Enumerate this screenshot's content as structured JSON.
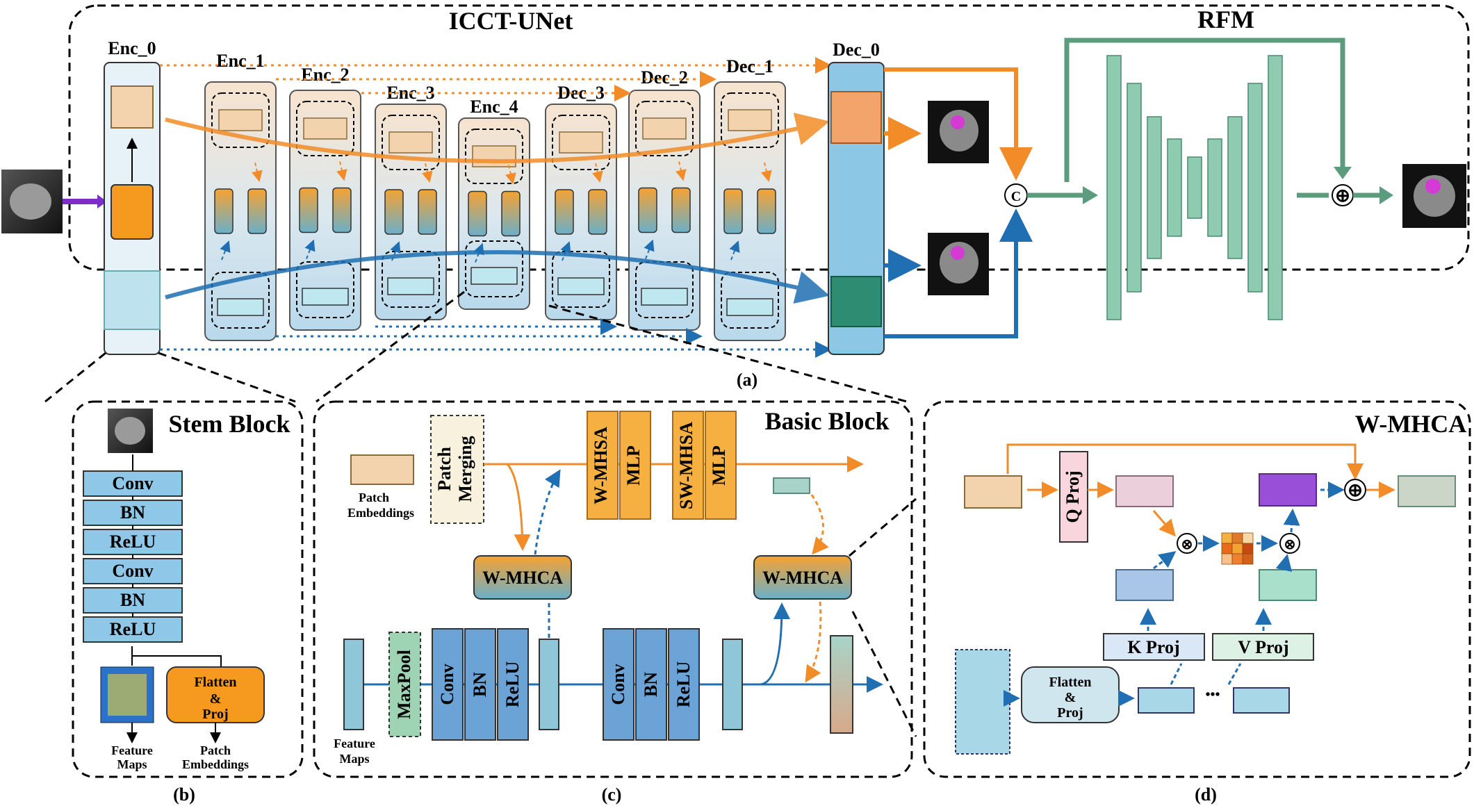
{
  "panels": {
    "a": {
      "title": "ICCT-UNet",
      "rfm_title": "RFM",
      "caption": "(a)",
      "stages": [
        "Enc_0",
        "Enc_1",
        "Enc_2",
        "Enc_3",
        "Enc_4",
        "Dec_3",
        "Dec_2",
        "Dec_1",
        "Dec_0"
      ],
      "concat_symbol": "C",
      "add_symbol": "⊕"
    },
    "b": {
      "title": "Stem Block",
      "caption": "(b)",
      "layers": [
        "Conv",
        "BN",
        "ReLU",
        "Conv",
        "BN",
        "ReLU"
      ],
      "flatten": [
        "Flatten",
        "&",
        "Proj"
      ],
      "out_left": [
        "Feature",
        "Maps"
      ],
      "out_right": [
        "Patch",
        "Embeddings"
      ]
    },
    "c": {
      "title": "Basic Block",
      "caption": "(c)",
      "patch_in": [
        "Patch",
        "Embeddings"
      ],
      "patch_merging": [
        "Patch",
        "Merging"
      ],
      "attn": [
        "W-MHSA",
        "MLP",
        "SW-MHSA",
        "MLP"
      ],
      "wmhca": "W-MHCA",
      "maxpool": "MaxPool",
      "conv1": [
        "Conv",
        "BN",
        "ReLU"
      ],
      "conv2": [
        "Conv",
        "BN",
        "ReLU"
      ],
      "feat_in": [
        "Feature",
        "Maps"
      ]
    },
    "d": {
      "title": "W-MHCA",
      "caption": "(d)",
      "q_proj": "Q Proj",
      "k_proj": "K Proj",
      "v_proj": "V Proj",
      "flatten": [
        "Flatten",
        "&",
        "Proj"
      ],
      "dots": "•••",
      "mul_symbol": "⊗",
      "add_symbol": "⊕"
    }
  },
  "colors": {
    "orange_arrow": "#F28C28",
    "blue_arrow": "#1F6FB2",
    "layer_box": "#8FC7E8",
    "wmhca_top": "#F5A233",
    "wmhca_bottom": "#6AAFC9",
    "rfm_bar": "#8FCBB1",
    "rfm_arrow": "#5C9C7E"
  }
}
